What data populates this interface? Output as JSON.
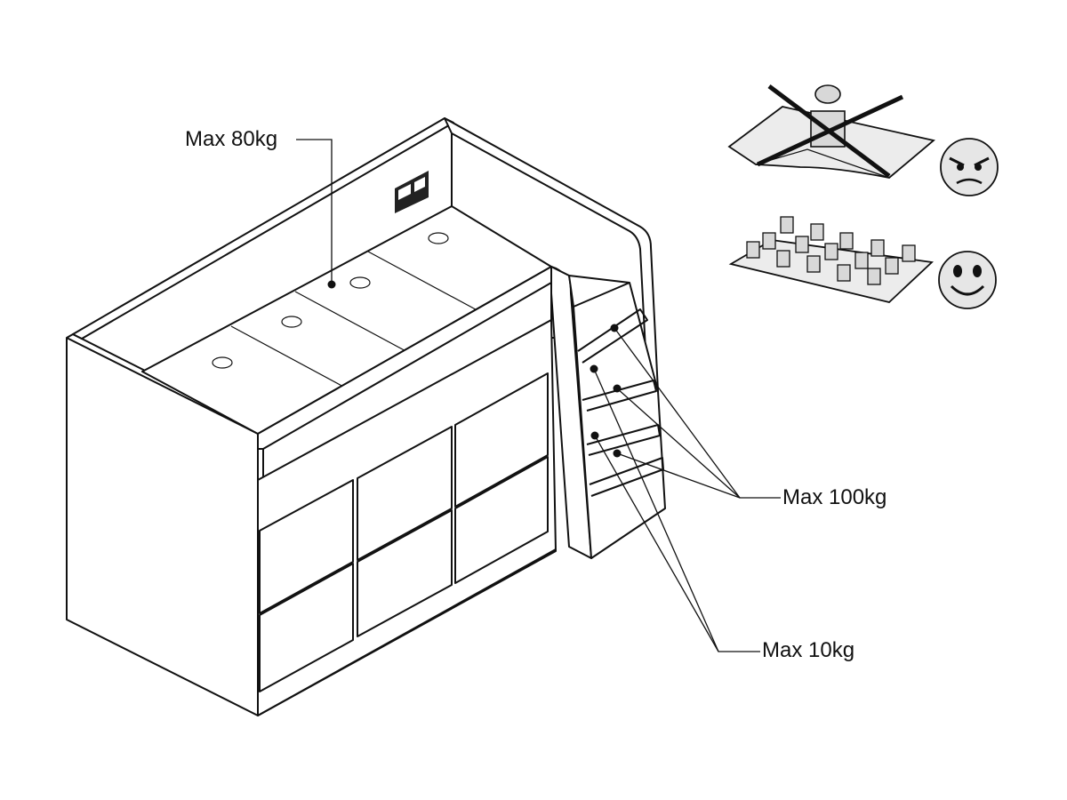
{
  "labels": {
    "bed_max": "Max 80kg",
    "shelf_max": "Max 100kg",
    "drawer_max": "Max 10kg"
  },
  "icons": {
    "wrong_load": "single-heavy-weight-crossed-out-icon",
    "wrong_face": "angry-face-icon",
    "right_load": "distributed-weights-icon",
    "right_face": "smiling-face-icon"
  },
  "colors": {
    "line": "#111111",
    "face_fill": "#e6e6e6",
    "board_fill": "#ececec"
  }
}
